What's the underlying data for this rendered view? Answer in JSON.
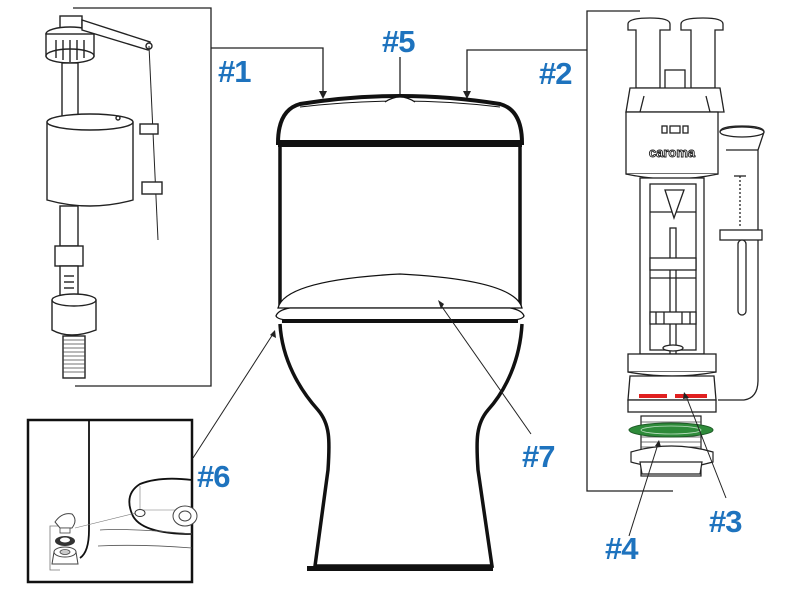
{
  "diagram": {
    "subject": "Toilet suite replacement parts",
    "brand_label": "caroma",
    "label_color": "#1e73be",
    "accent_colors": {
      "flush_seal": "#e02020",
      "base_washer": "#2e8b3a"
    }
  },
  "callouts": [
    {
      "id": "1",
      "label": "#1",
      "part": "inlet-fill-valve"
    },
    {
      "id": "2",
      "label": "#2",
      "part": "dual-flush-valve"
    },
    {
      "id": "3",
      "label": "#3",
      "part": "flush-valve-seal"
    },
    {
      "id": "4",
      "label": "#4",
      "part": "base-washer"
    },
    {
      "id": "5",
      "label": "#5",
      "part": "push-button"
    },
    {
      "id": "6",
      "label": "#6",
      "part": "cistern-bolt-kit"
    },
    {
      "id": "7",
      "label": "#7",
      "part": "toilet-seat"
    }
  ]
}
